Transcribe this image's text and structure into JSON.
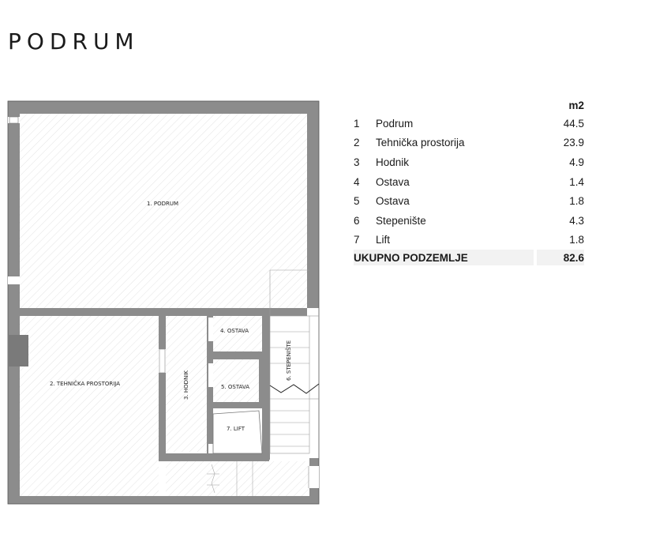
{
  "title": "PODRUM",
  "table": {
    "unit_header": "m2",
    "rows": [
      {
        "num": "1",
        "name": "Podrum",
        "area": "44.5"
      },
      {
        "num": "2",
        "name": "Tehnička prostorija",
        "area": "23.9"
      },
      {
        "num": "3",
        "name": "Hodnik",
        "area": "4.9"
      },
      {
        "num": "4",
        "name": "Ostava",
        "area": "1.4"
      },
      {
        "num": "5",
        "name": "Ostava",
        "area": "1.8"
      },
      {
        "num": "6",
        "name": "Stepenište",
        "area": "4.3"
      },
      {
        "num": "7",
        "name": "Lift",
        "area": "1.8"
      }
    ],
    "total_label": "UKUPNO PODZEMLJE",
    "total_area": "82.6"
  },
  "plan_labels": {
    "podrum": "1. PODRUM",
    "tehnicka": "2. TEHNIČKA PROSTORIJA",
    "hodnik": "3. HODNIK",
    "ostava4": "4. OSTAVA",
    "ostava5": "5. OSTAVA",
    "stepeniste": "6. STEPENIŠTE",
    "lift": "7. LIFT"
  },
  "colors": {
    "wall": "#8c8c8c",
    "wall_dark": "#6f6f6f",
    "hatch": "#e3e3e3",
    "line": "#9a9a9a"
  }
}
